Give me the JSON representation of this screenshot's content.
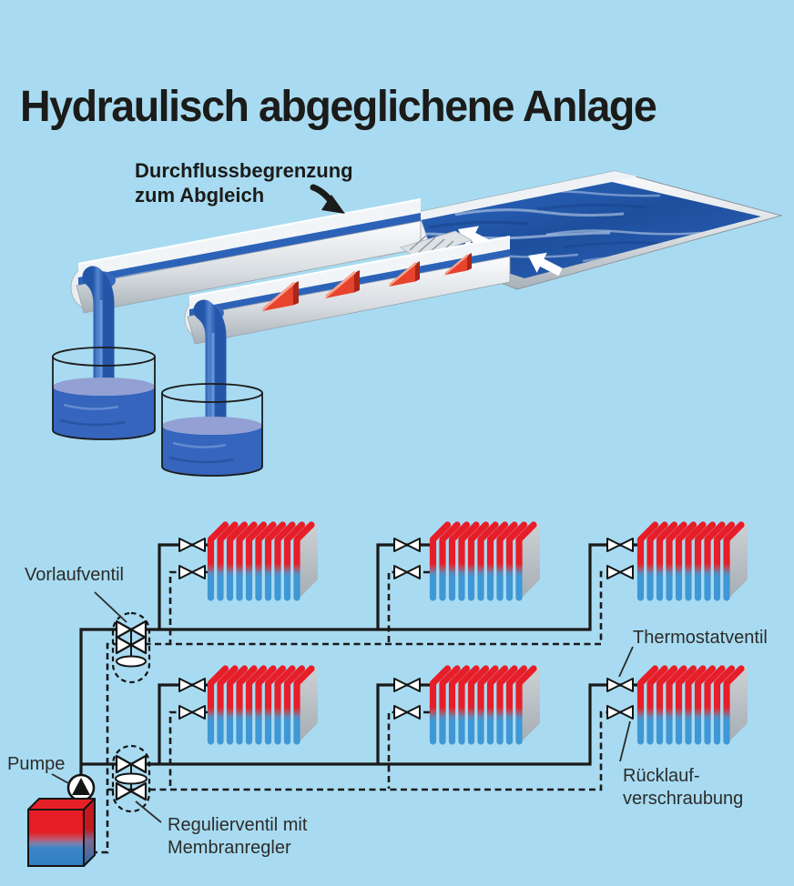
{
  "title": "Hydraulisch abgeglichene Anlage",
  "annotation": {
    "line1": "Durchflussbegrenzung",
    "line2": "zum Abgleich"
  },
  "labels": {
    "supply_valve": "Vorlaufventil",
    "thermostat_valve": "Thermostatventil",
    "pump": "Pumpe",
    "regulating_valve_line1": "Regulierventil mit",
    "regulating_valve_line2": "Membranregler",
    "return_fitting_line1": "Rücklauf-",
    "return_fitting_line2": "verschraubung"
  },
  "schematic": {
    "radiator_rows": 2,
    "radiators_per_row": 3,
    "beaker_count": 2,
    "flow_restrictor_wedges": 4
  },
  "colors": {
    "background": "#a8dbf1",
    "line": "#1a1a1a",
    "radiator_red": "#e71d28",
    "radiator_blue": "#3f98d5",
    "pool_water": "#2c63b8",
    "silver_rim": "#c6ccd2",
    "wedge_red": "#e8432c",
    "beaker_surface": "#93a0d4",
    "label_text": "#2c2c2a"
  }
}
